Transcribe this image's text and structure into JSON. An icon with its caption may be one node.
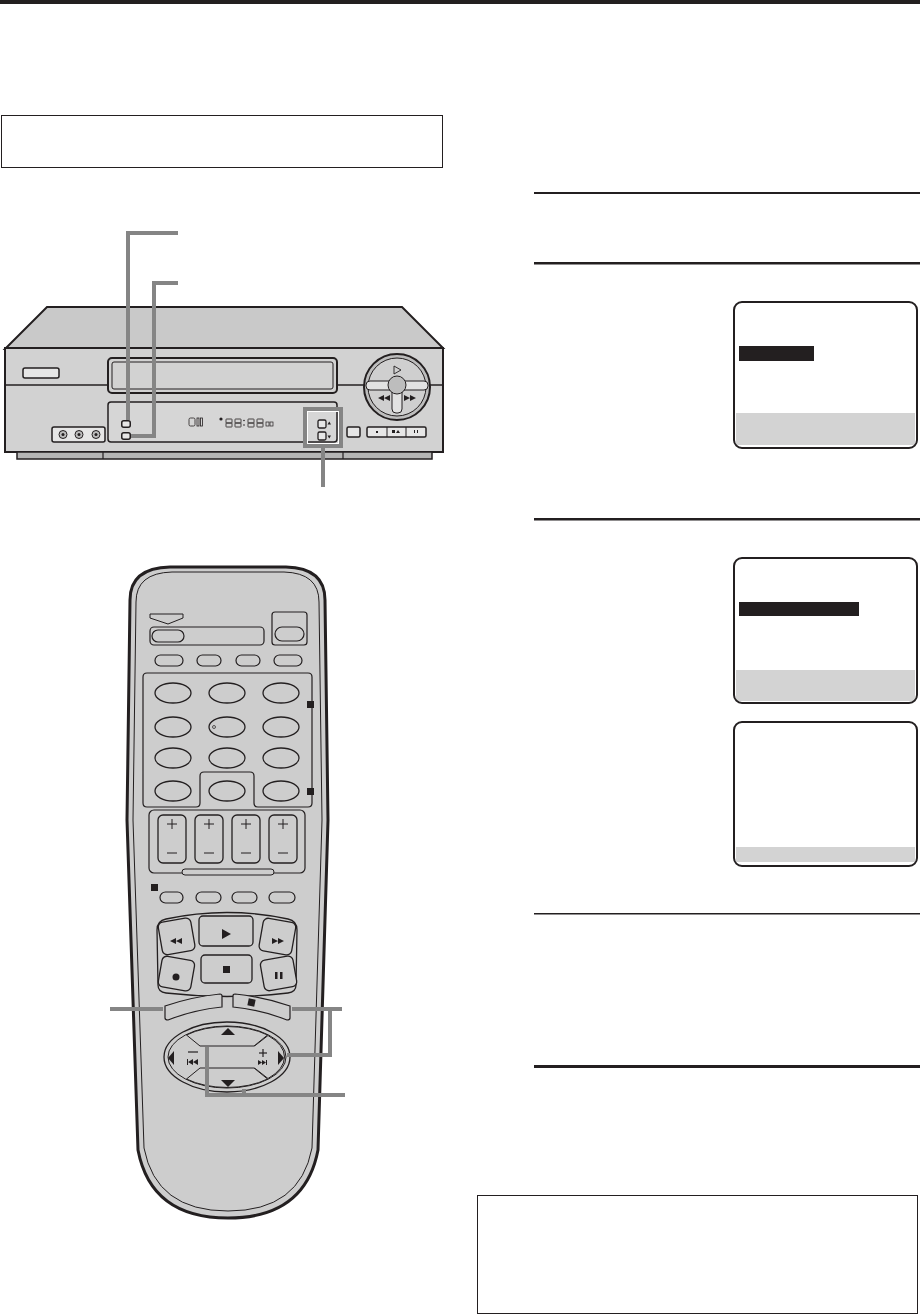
{
  "diagram": {
    "nodes": [
      {
        "text": [],
        "shape": "box"
      },
      {
        "text": [],
        "shape": "button"
      },
      {
        "text": [],
        "shape": "button"
      },
      {
        "text": [],
        "shape": "frame"
      },
      {
        "text": [],
        "shape": "button"
      },
      {
        "text": [],
        "shape": "button"
      },
      {
        "text": [],
        "shape": "button"
      },
      {
        "text": [],
        "shape": "button"
      },
      {
        "text": [],
        "shape": "button"
      },
      {
        "text": [],
        "shape": "screen"
      },
      {
        "text": [],
        "shape": "screen"
      },
      {
        "text": [],
        "shape": "screen"
      },
      {
        "text": [],
        "shape": "box"
      }
    ],
    "edges": [
      {
        "from": null,
        "to": 1,
        "arrow": "none"
      },
      {
        "from": null,
        "to": 2,
        "arrow": "none"
      },
      {
        "from": null,
        "to": 3,
        "arrow": "none"
      },
      {
        "from": null,
        "to": 4,
        "arrow": "none"
      },
      {
        "from": null,
        "to": 5,
        "arrow": "none"
      },
      {
        "from": null,
        "to": 6,
        "arrow": "none"
      },
      {
        "from": null,
        "to": 7,
        "arrow": "none"
      },
      {
        "from": null,
        "to": 8,
        "arrow": "none"
      }
    ]
  }
}
